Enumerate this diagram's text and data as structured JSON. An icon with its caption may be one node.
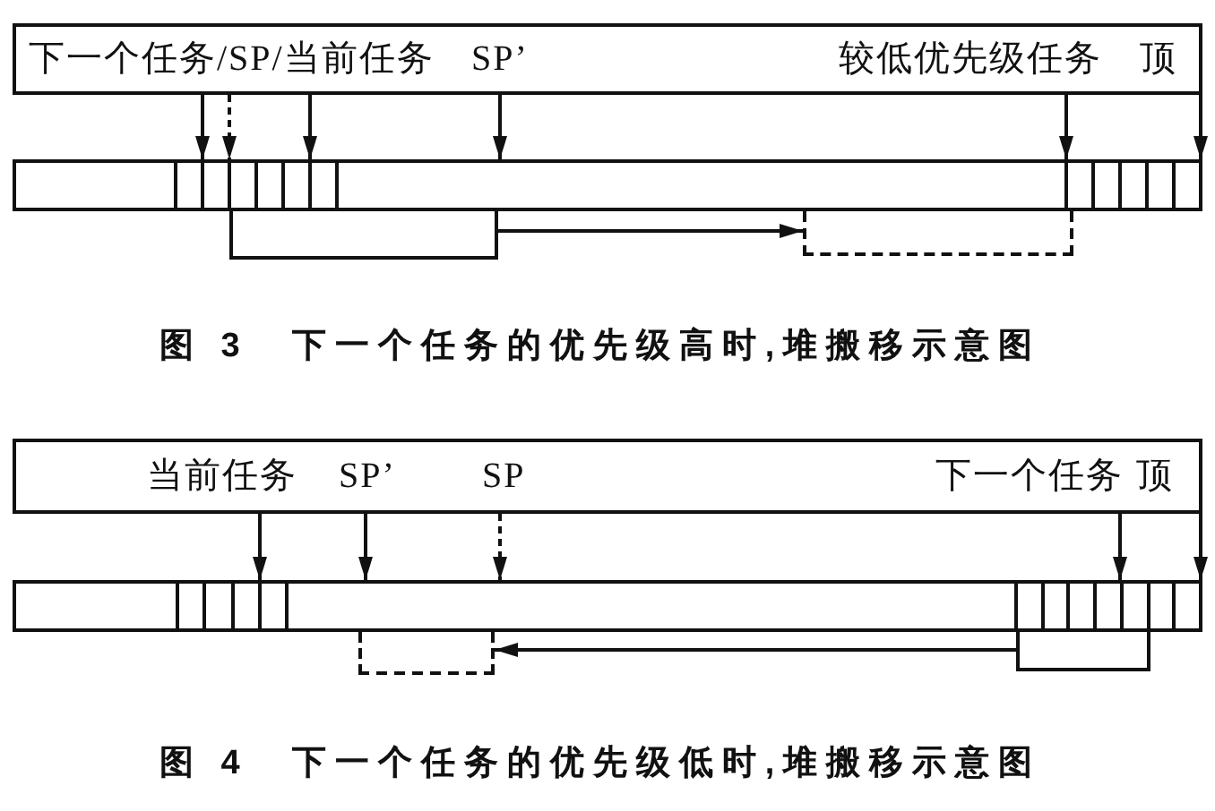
{
  "diagram": {
    "nodes": [
      {
        "text": [
          "下一个任务/SP/当前任务",
          "SP’",
          "较低优先级任务",
          "顶"
        ]
      },
      {
        "text": [],
        "shape": "bar"
      },
      {
        "text": [],
        "shape": "box"
      },
      {
        "text": [],
        "shape": "box"
      },
      {
        "text": [
          "当前任务",
          "SP’",
          "SP",
          "下一个任务",
          "顶"
        ]
      },
      {
        "text": [],
        "shape": "bar"
      },
      {
        "text": [],
        "shape": "box"
      },
      {
        "text": [],
        "shape": "box"
      }
    ],
    "edges": [
      {
        "from": 0,
        "to": 1,
        "arrow": "to"
      },
      {
        "from": 0,
        "to": 1,
        "arrow": "to",
        "style": "dashed"
      },
      {
        "from": 0,
        "to": 1,
        "arrow": "to"
      },
      {
        "from": 0,
        "to": 1,
        "arrow": "to"
      },
      {
        "from": 0,
        "to": 1,
        "arrow": "to"
      },
      {
        "from": 0,
        "to": 1,
        "arrow": "to"
      },
      {
        "from": 2,
        "to": 3,
        "arrow": "to"
      },
      {
        "from": 4,
        "to": 5,
        "arrow": "to"
      },
      {
        "from": 4,
        "to": 5,
        "arrow": "to"
      },
      {
        "from": 4,
        "to": 5,
        "arrow": "to",
        "style": "dashed"
      },
      {
        "from": 4,
        "to": 5,
        "arrow": "to"
      },
      {
        "from": 4,
        "to": 5,
        "arrow": "to"
      },
      {
        "from": 7,
        "to": 6,
        "arrow": "to"
      }
    ],
    "labels": [
      "图 3　下一个任务的优先级高时,堆搬移示意图",
      "图 4　下一个任务的优先级低时,堆搬移示意图"
    ]
  }
}
